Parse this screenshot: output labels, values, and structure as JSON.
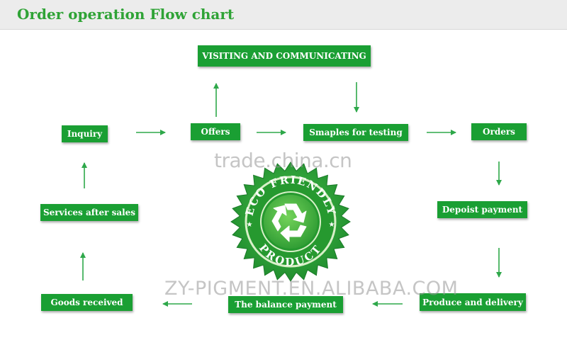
{
  "header": {
    "title": "Order operation Flow chart"
  },
  "nodes": {
    "visiting": "VISITING AND COMMUNICATING",
    "inquiry": "Inquiry",
    "offers": "Offers",
    "samples": "Smaples for testing",
    "orders": "Orders",
    "deposit": "Depoist payment",
    "produce": "Produce and delivery",
    "balance": "The balance payment",
    "goods": "Goods received",
    "services": "Services after sales"
  },
  "seal": {
    "top_text": "ECO FRIENDLY",
    "bottom_text": "PRODUCT",
    "icon": "recycle-icon"
  },
  "watermarks": {
    "top": "trade.china.cn",
    "bottom": "ZY-PIGMENT.EN.ALIBABA.COM"
  },
  "colors": {
    "node_green": "#1a9f33",
    "title_green": "#2fa336",
    "arrow_green": "#2ea84a"
  }
}
